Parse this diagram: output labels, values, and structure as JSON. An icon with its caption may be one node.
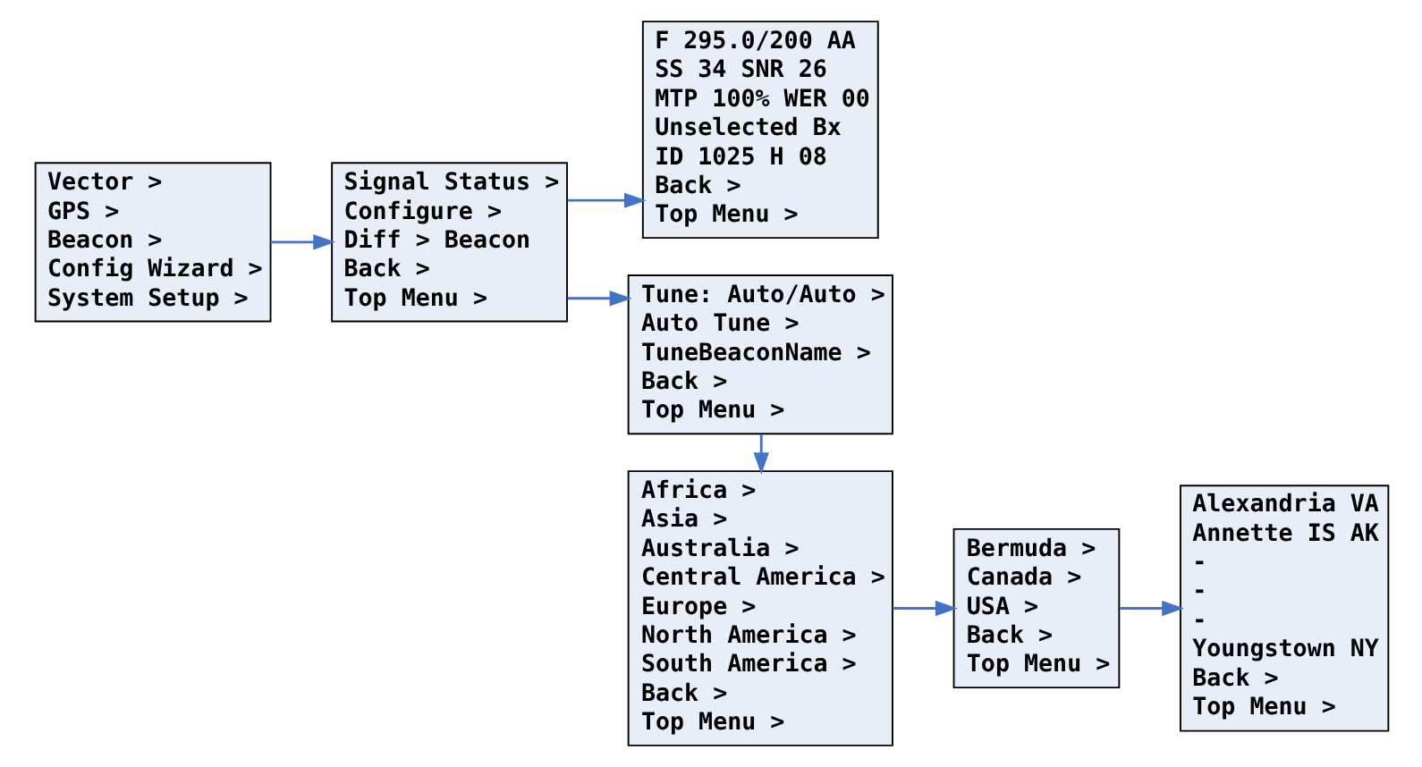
{
  "diagram": {
    "nodes": [
      {
        "text": [
          "Vector >",
          "GPS >",
          "Beacon >",
          "Config Wizard >",
          "System Setup >"
        ]
      },
      {
        "text": [
          "Signal Status >",
          "Configure >",
          "Diff > Beacon",
          "Back >",
          "Top Menu >"
        ]
      },
      {
        "text": [
          "F 295.0/200 AA",
          "SS 34 SNR 26",
          "MTP 100% WER 00",
          "Unselected Bx",
          "ID 1025 H 08",
          "Back >",
          "Top Menu >"
        ]
      },
      {
        "text": [
          "Tune: Auto/Auto >",
          "Auto Tune >",
          "TuneBeaconName >",
          "Back >",
          "Top Menu >"
        ]
      },
      {
        "text": [
          "Africa >",
          "Asia >",
          "Australia >",
          "Central America >",
          "Europe >",
          "North America >",
          "South America >",
          "Back >",
          "Top Menu >"
        ]
      },
      {
        "text": [
          "Bermuda >",
          "Canada >",
          "USA >",
          "Back >",
          "Top Menu >"
        ]
      },
      {
        "text": [
          "Alexandria VA",
          "Annette IS AK",
          "-",
          "-",
          "-",
          "Youngstown NY",
          "Back >",
          "Top Menu >"
        ]
      }
    ],
    "edges": [
      {
        "from": 0,
        "to": 1,
        "arrow": "to"
      },
      {
        "from": 1,
        "to": 2,
        "arrow": "to"
      },
      {
        "from": 1,
        "to": 3,
        "arrow": "to"
      },
      {
        "from": 3,
        "to": 4,
        "arrow": "to"
      },
      {
        "from": 4,
        "to": 5,
        "arrow": "to"
      },
      {
        "from": 5,
        "to": 6,
        "arrow": "to"
      }
    ]
  }
}
